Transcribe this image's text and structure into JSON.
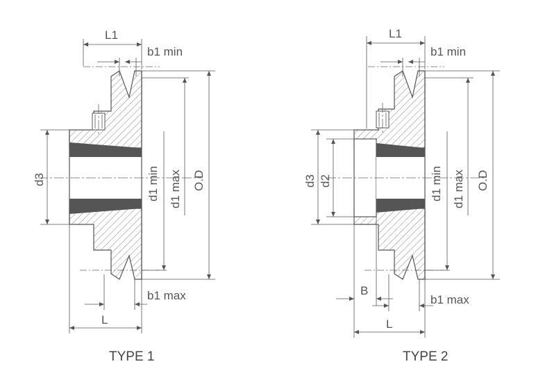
{
  "labels": {
    "L1": "L1",
    "b1_min": "b1 min",
    "b1_max": "b1 max",
    "d1_min": "d1 min",
    "d1_max": "d1 max",
    "od": "O.D",
    "d3": "d3",
    "d2": "d2",
    "L": "L",
    "B": "B"
  },
  "captions": {
    "type1": "TYPE 1",
    "type2": "TYPE 2"
  }
}
